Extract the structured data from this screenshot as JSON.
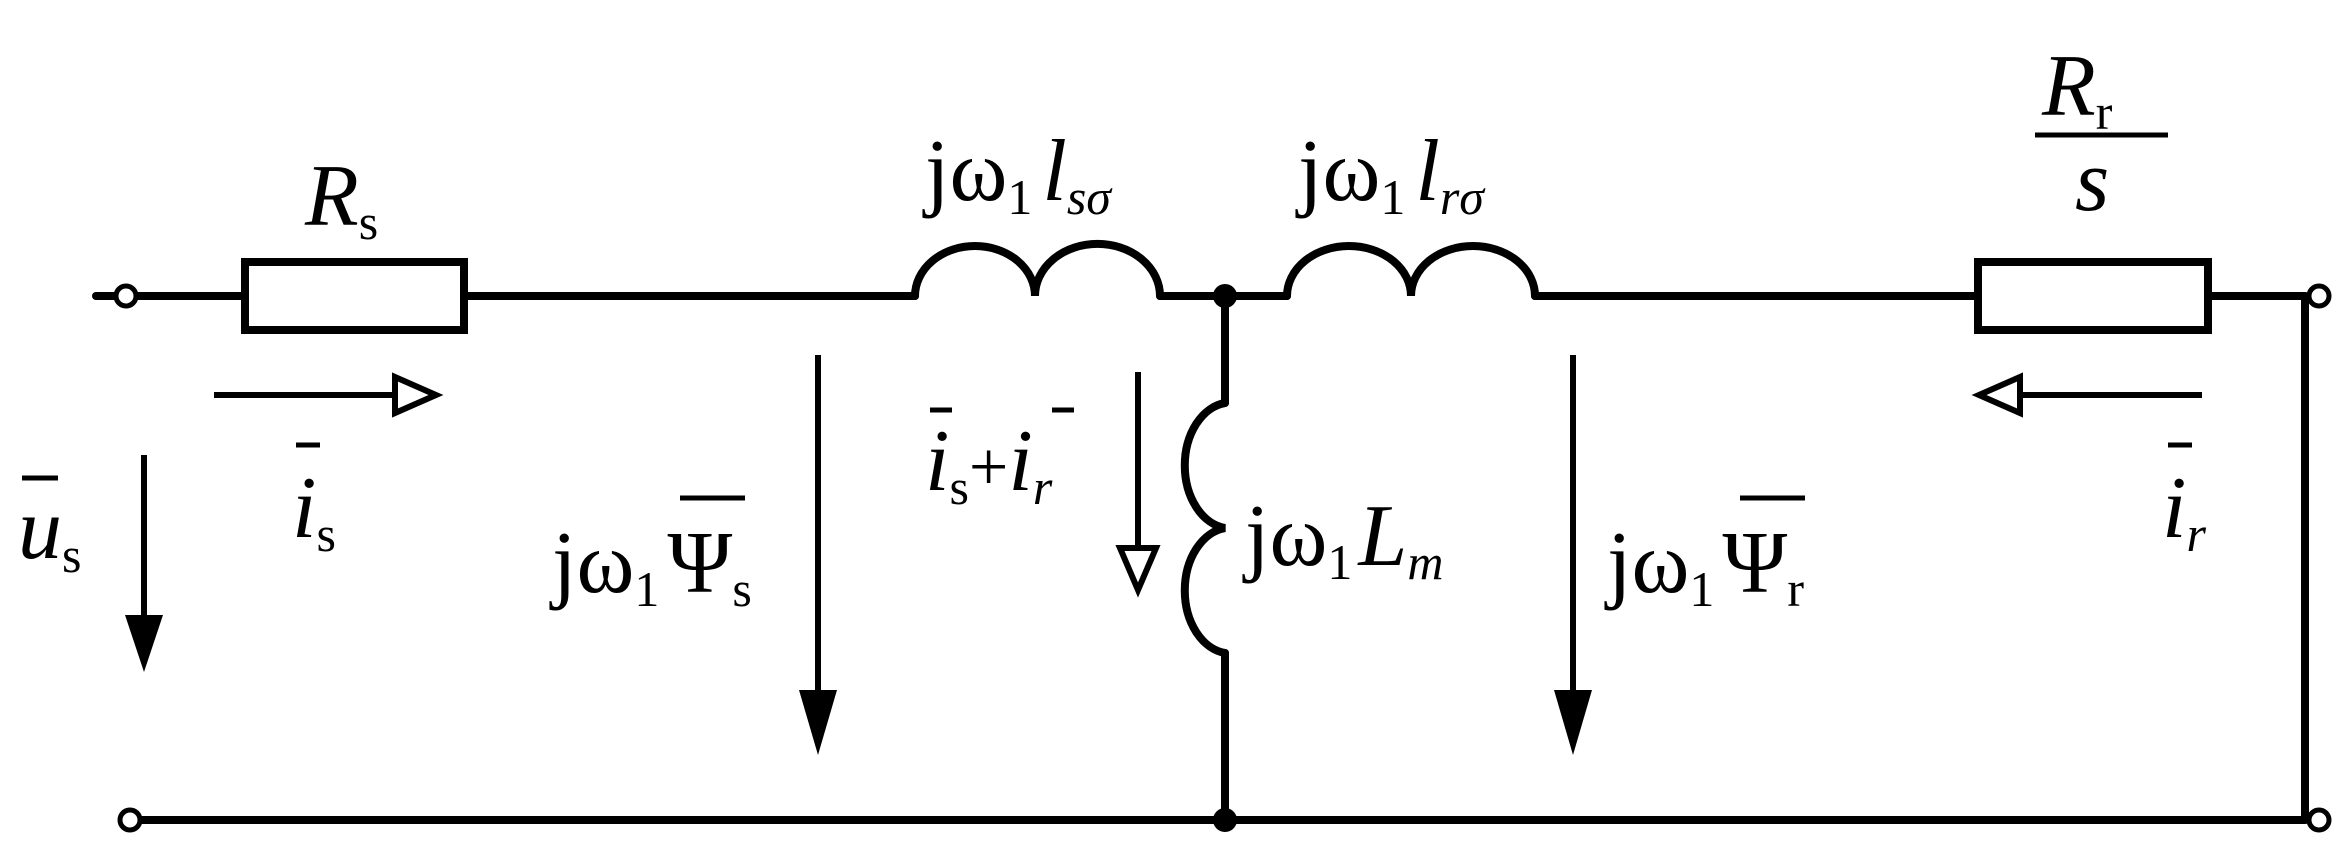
{
  "components": {
    "rs": {
      "main": "R",
      "sub": "s"
    },
    "lsigma_s": {
      "j": "jω",
      "one": "1",
      "l": "l",
      "sub": "sσ"
    },
    "lsigma_r": {
      "j": "jω",
      "one": "1",
      "l": "l",
      "sub": "rσ"
    },
    "lm": {
      "j": "jω",
      "one": "1",
      "l": "L",
      "sub": "m"
    },
    "rr_over_s": {
      "num": "R",
      "num_sub": "r",
      "den": "s"
    }
  },
  "quantities": {
    "us": {
      "main": "u",
      "sub": "s"
    },
    "is": {
      "main": "i",
      "sub": "s"
    },
    "ir": {
      "main": "i",
      "sub": "r"
    },
    "isum": {
      "i1": "i",
      "s1": "s",
      "plus": "+",
      "i2": "i",
      "s2": "r"
    },
    "psi_s": {
      "j": "jω",
      "one": "1",
      "psi": "Ψ",
      "sub": "s"
    },
    "psi_r": {
      "j": "jω",
      "one": "1",
      "psi": "Ψ",
      "sub": "r"
    }
  },
  "colors": {
    "line": "#000000",
    "background": "#ffffff"
  }
}
